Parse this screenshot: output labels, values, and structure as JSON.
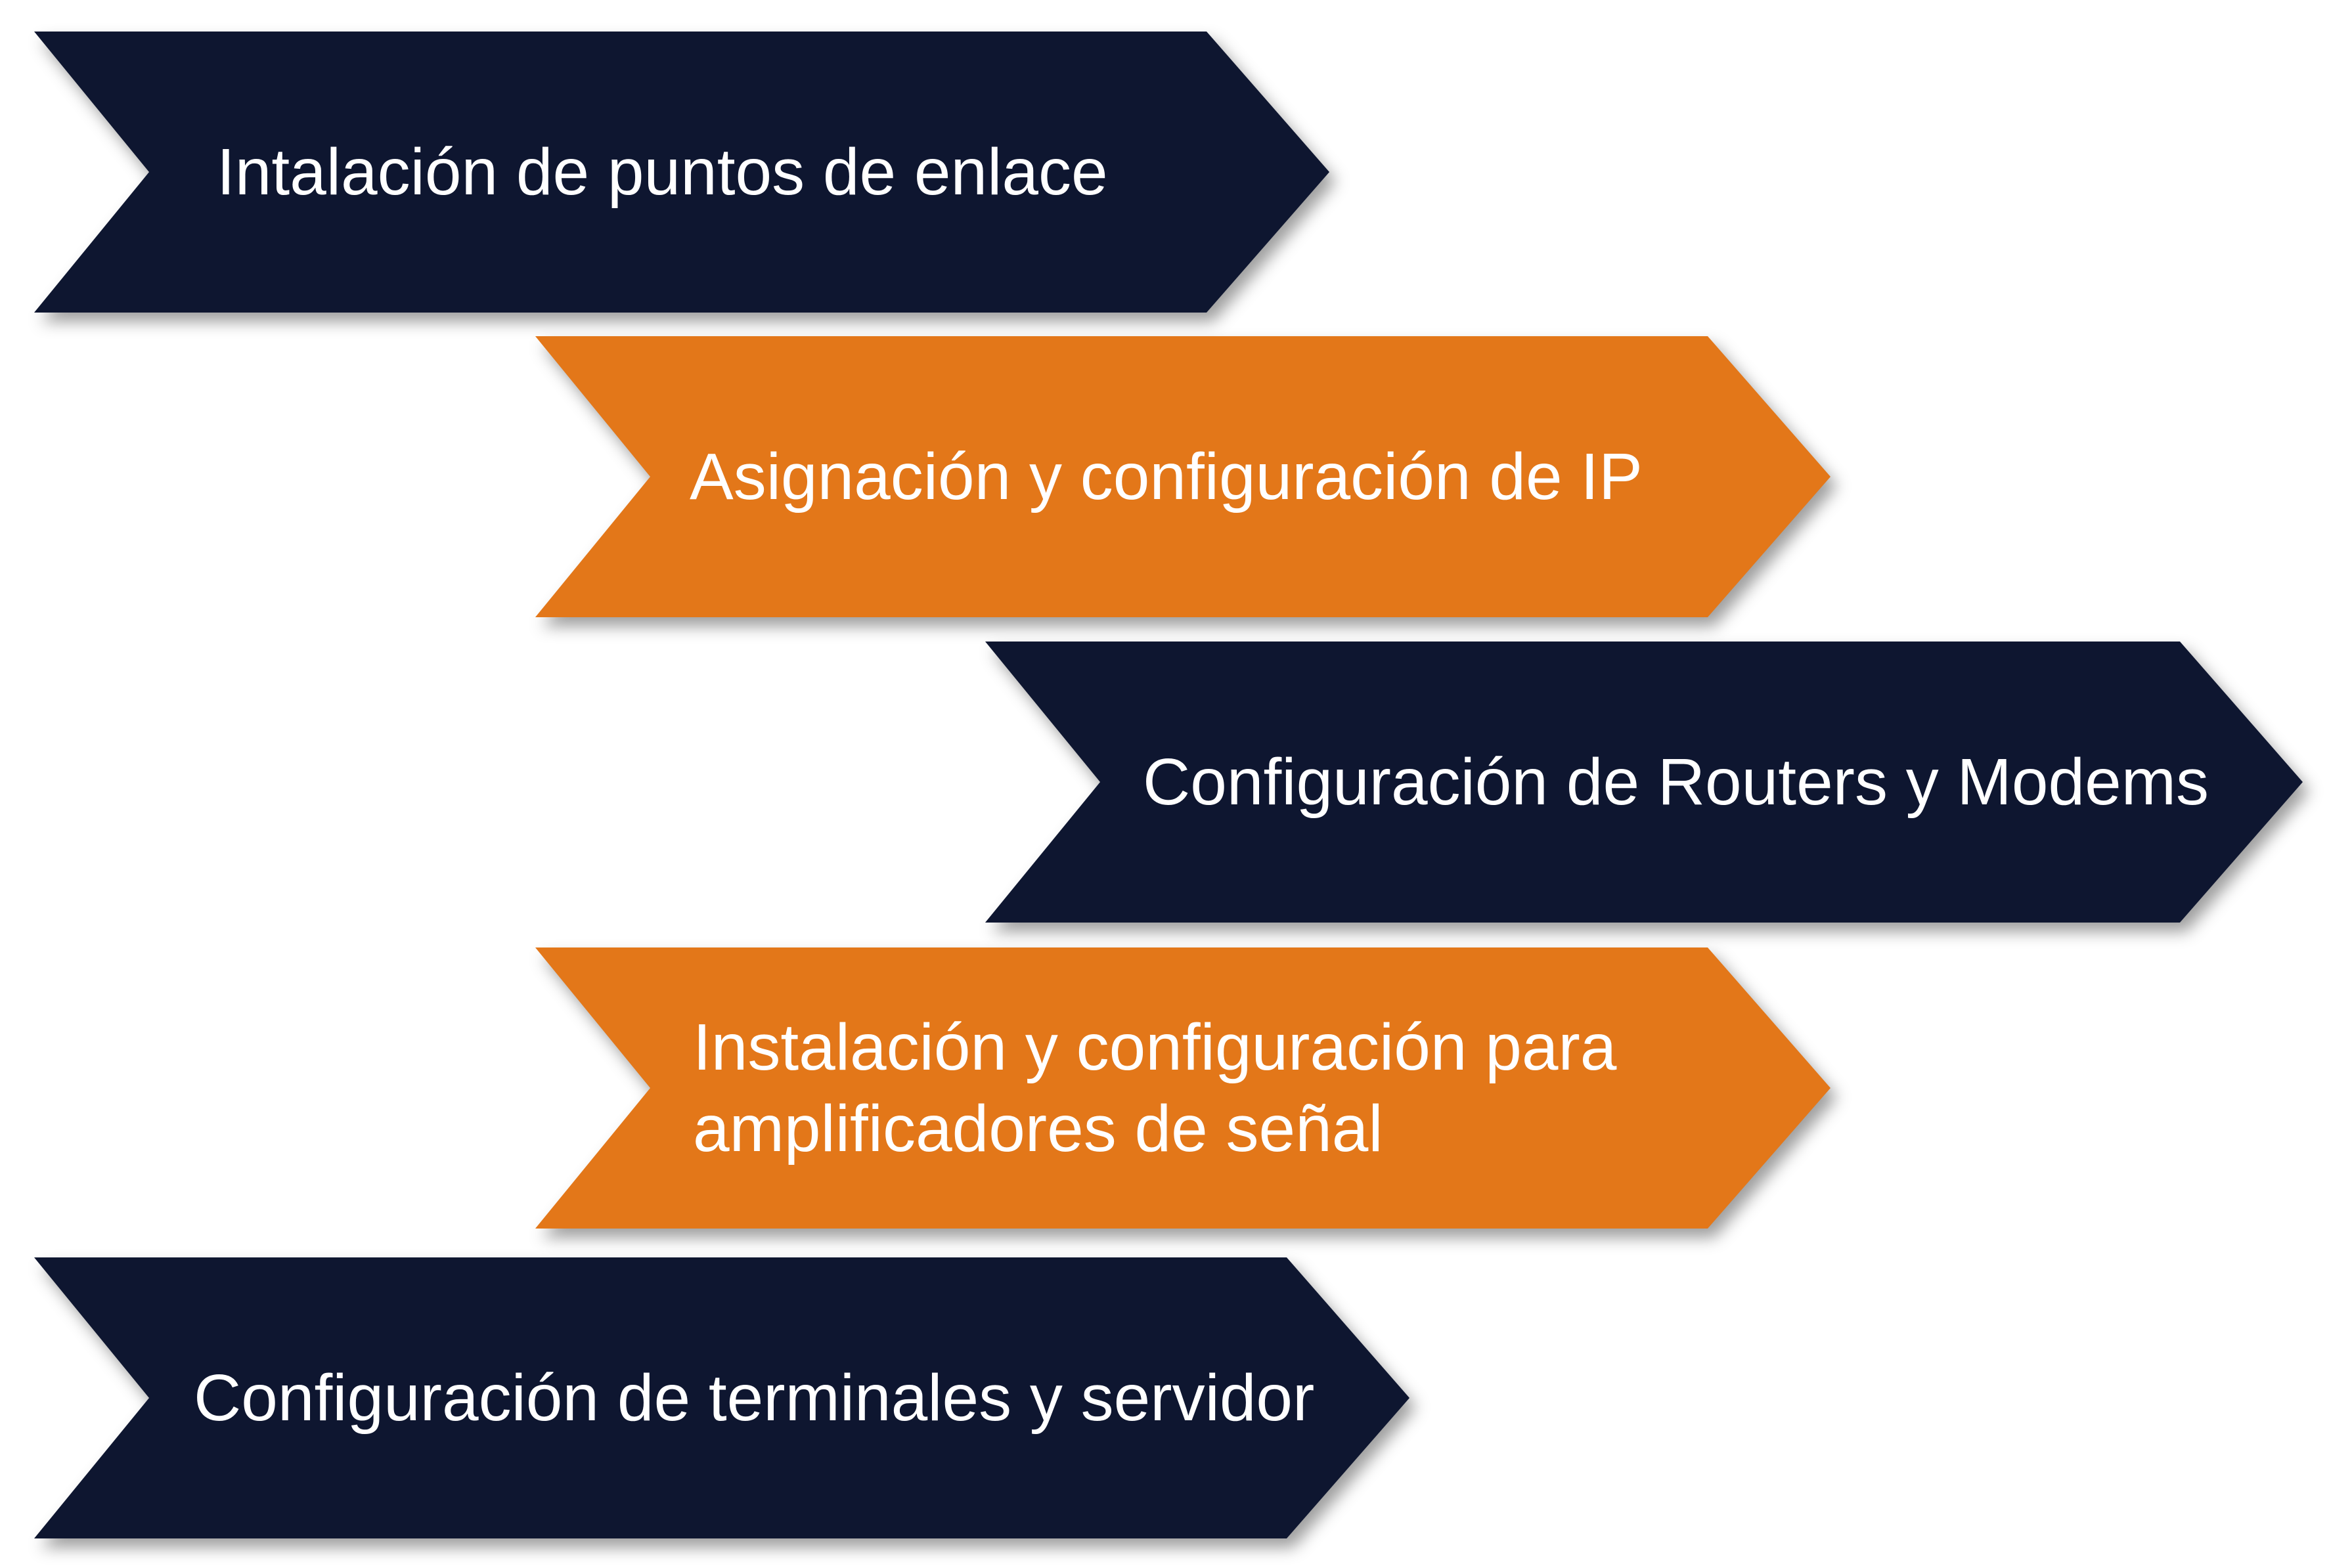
{
  "colors": {
    "navy": "#0e1630",
    "orange": "#e37719",
    "text": "#ffffff"
  },
  "steps": [
    {
      "label": "Intalación de puntos de enlace",
      "color": "navy"
    },
    {
      "label": "Asignación y configuración de IP",
      "color": "orange"
    },
    {
      "label": "Configuración de Routers y Modems",
      "color": "navy"
    },
    {
      "label_lines": [
        "Instalación y configuración para",
        "amplificadores de señal"
      ],
      "color": "orange"
    },
    {
      "label": "Configuración de terminales y servidor",
      "color": "navy"
    }
  ]
}
